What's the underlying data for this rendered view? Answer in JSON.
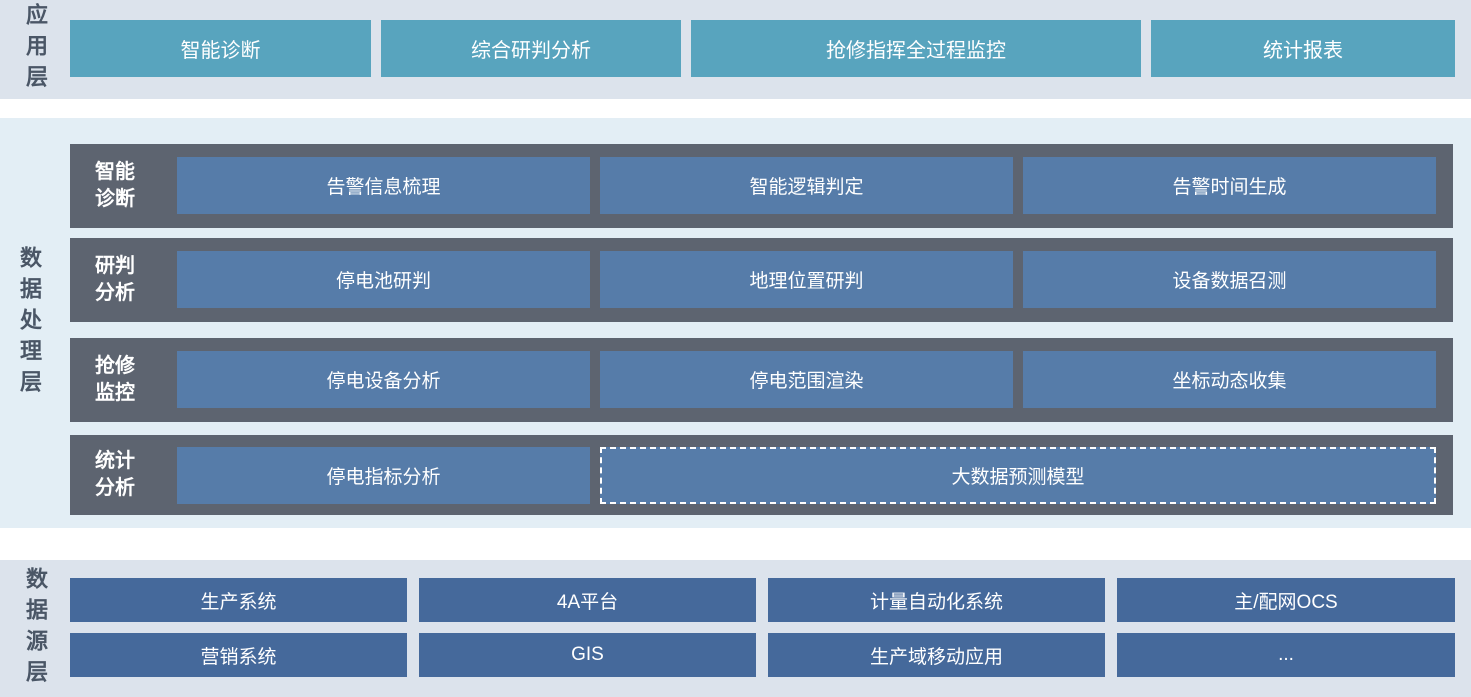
{
  "colors": {
    "app_block": "#58a4be",
    "process_row_bg": "#5d6470",
    "process_block": "#567ca9",
    "source_block": "#45699b",
    "band_gray": "#dce3ec",
    "band_blue": "#e3eef5",
    "layer_label_text": "#4a5666",
    "block_text": "#ffffff"
  },
  "app_layer": {
    "label": "应用层",
    "buttons": [
      "智能诊断",
      "综合研判分析",
      "抢修指挥全过程监控",
      "统计报表"
    ]
  },
  "processing_layer": {
    "label": "数据处理层",
    "rows": [
      {
        "label_line1": "智能",
        "label_line2": "诊断",
        "buttons": [
          "告警信息梳理",
          "智能逻辑判定",
          "告警时间生成"
        ]
      },
      {
        "label_line1": "研判",
        "label_line2": "分析",
        "buttons": [
          "停电池研判",
          "地理位置研判",
          "设备数据召测"
        ]
      },
      {
        "label_line1": "抢修",
        "label_line2": "监控",
        "buttons": [
          "停电设备分析",
          "停电范围渲染",
          "坐标动态收集"
        ]
      },
      {
        "label_line1": "统计",
        "label_line2": "分析",
        "buttons": [
          "停电指标分析"
        ],
        "wide_dashed_button": "大数据预测模型"
      }
    ]
  },
  "source_layer": {
    "label": "数据源层",
    "rows": [
      [
        "生产系统",
        "4A平台",
        "计量自动化系统",
        "主/配网OCS"
      ],
      [
        "营销系统",
        "GIS",
        "生产域移动应用",
        "..."
      ]
    ]
  }
}
